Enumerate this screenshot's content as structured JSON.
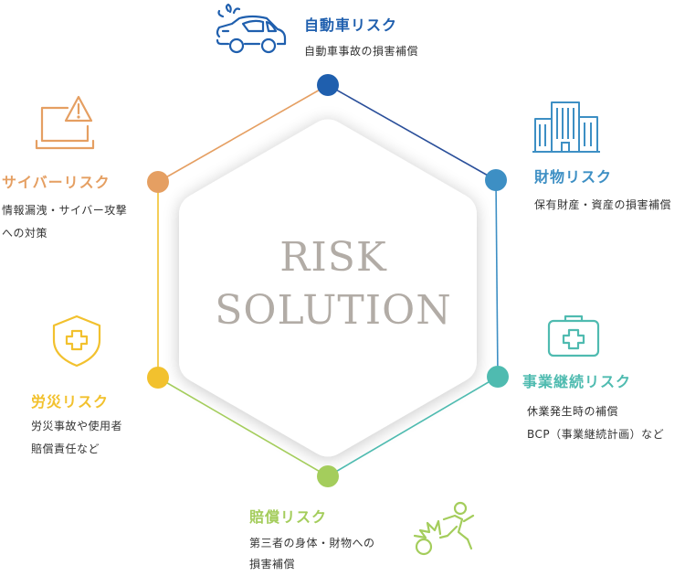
{
  "center": {
    "line1": "RISK",
    "line2": "SOLUTION"
  },
  "colors": {
    "auto": "#1f5fae",
    "property": "#3d8fc4",
    "business": "#4fbbb0",
    "liability": "#a4cd5c",
    "labor": "#f2c12e",
    "cyber": "#e59f62"
  },
  "risks": {
    "auto": {
      "title": "自動車リスク",
      "desc": [
        "自動車事故の損害補償"
      ]
    },
    "property": {
      "title": "財物リスク",
      "desc": [
        "保有財産・資産の損害補償"
      ]
    },
    "business": {
      "title": "事業継続リスク",
      "desc": [
        "休業発生時の補償",
        "BCP（事業継続計画）など"
      ]
    },
    "liability": {
      "title": "賠償リスク",
      "desc": [
        "第三者の身体・財物への",
        "損害補償"
      ]
    },
    "labor": {
      "title": "労災リスク",
      "desc": [
        "労災事故や使用者",
        "賠償責任など"
      ]
    },
    "cyber": {
      "title": "サイバーリスク",
      "desc": [
        "情報漏洩・サイバー攻撃",
        "への対策"
      ]
    }
  }
}
